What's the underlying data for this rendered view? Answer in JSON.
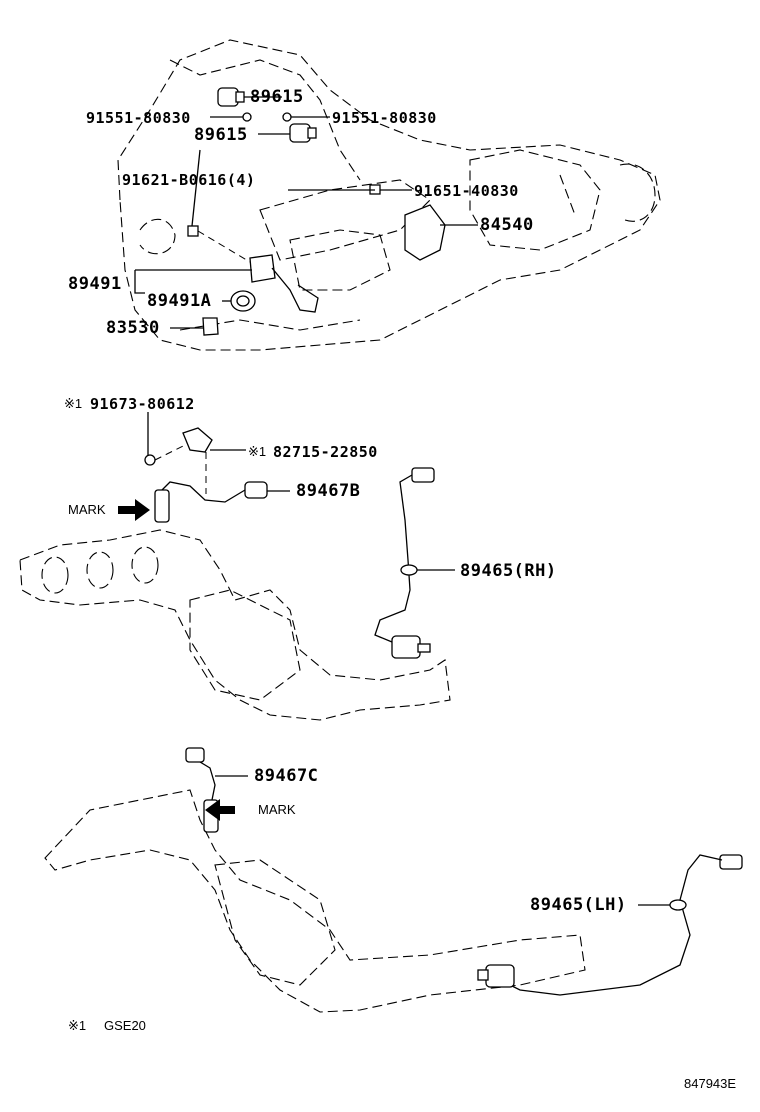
{
  "labels": {
    "p89615a": "89615",
    "p91551a": "91551-80830",
    "p91551b": "91551-80830",
    "p89615b": "89615",
    "p91621": "91621-B0616(4)",
    "p91651": "91651-40830",
    "p84540": "84540",
    "p89491": "89491",
    "p89491A": "89491A",
    "p83530": "83530",
    "p91673": "91673-80612",
    "p82715": "82715-22850",
    "p89467B": "89467B",
    "p89465RH": "89465(RH)",
    "p89467C": "89467C",
    "p89465LH": "89465(LH)"
  },
  "note_mark": "※1",
  "mark_text": "MARK",
  "footnote": {
    "mark": "※1",
    "text": "GSE20"
  },
  "illustration_id": "847943E"
}
